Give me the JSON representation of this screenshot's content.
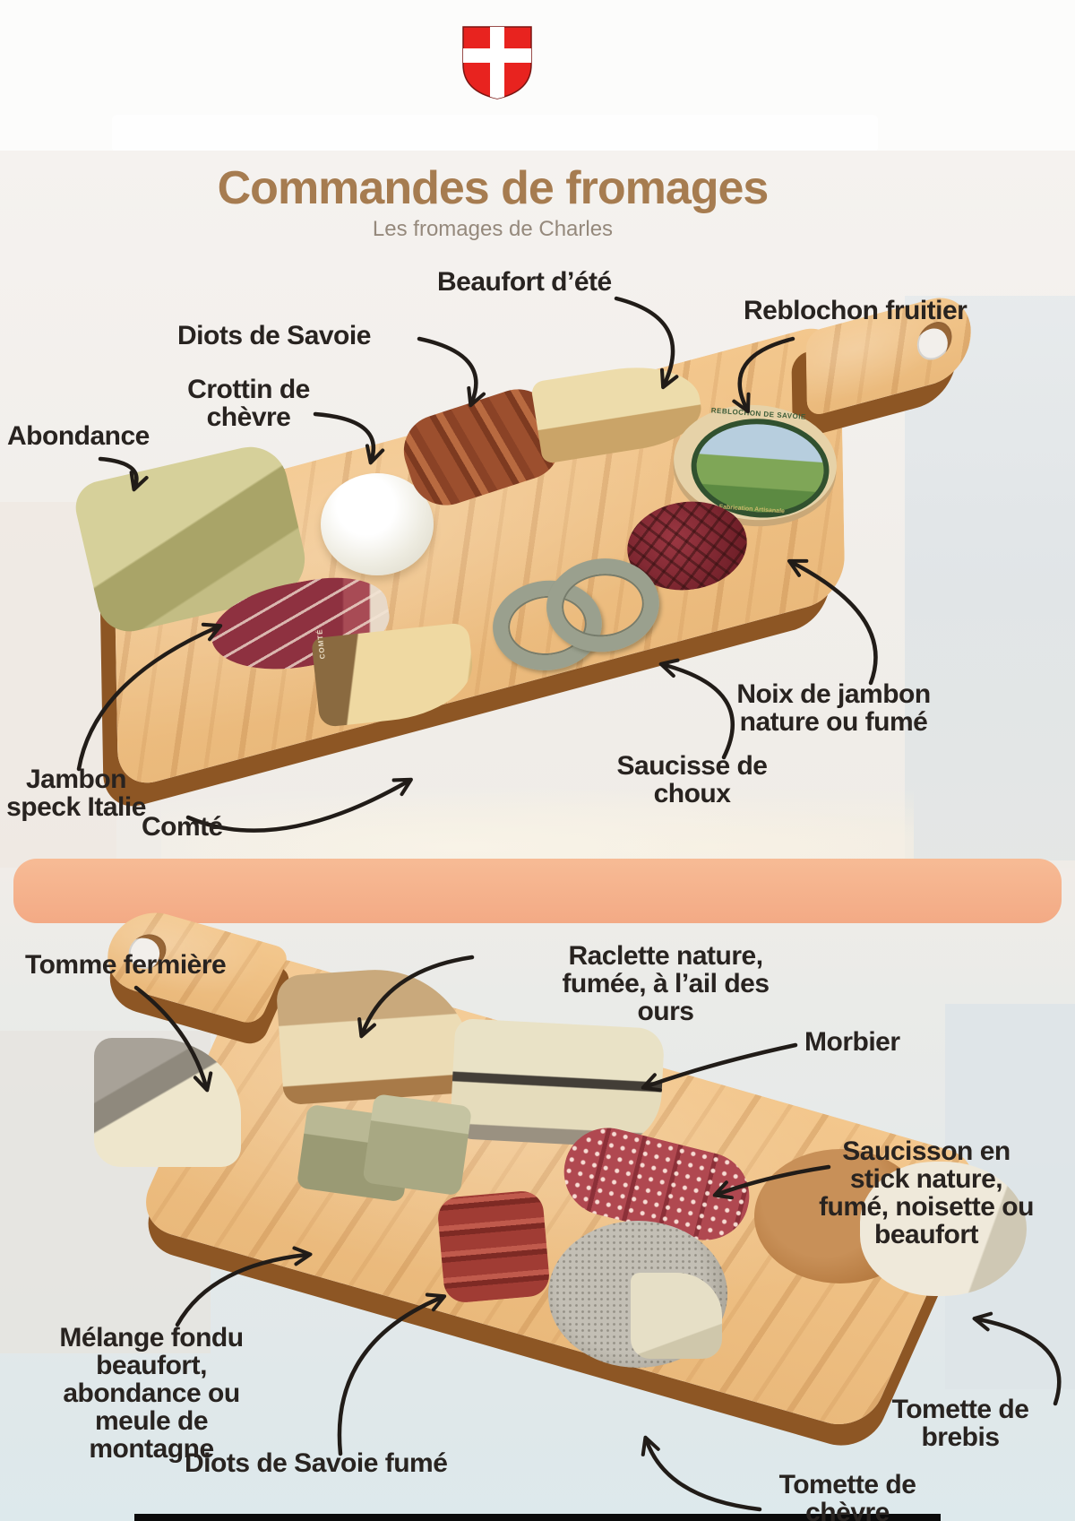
{
  "header": {
    "title": "Commandes de fromages",
    "subtitle": "Les fromages de Charles"
  },
  "colors": {
    "title_brown": "#a67c50",
    "subtitle_gray": "#95897c",
    "label_text": "#282320",
    "board_wood": "#f0c186",
    "board_edge": "#8d5624",
    "banner_peach": "#f6b28c",
    "crest_red": "#e8231f",
    "crest_cross": "#ffffff"
  },
  "board_top": {
    "labels": {
      "beaufort": "Beaufort d’été",
      "reblochon": "Reblochon fruitier",
      "diots": "Diots de Savoie",
      "crottin": "Crottin de\nchèvre",
      "abondance": "Abondance",
      "noix": "Noix de jambon\nnature ou fumé",
      "saucisse": "Saucisse de\nchoux",
      "jambon": "Jambon\nspeck Italie",
      "comte": "Comté"
    },
    "reblochon_label": {
      "top": "REBLOCHON DE SAVOIE",
      "bottom": "Fabrication Artisanale"
    },
    "comte_rind": "COMTÉ"
  },
  "board_bottom": {
    "labels": {
      "tomme": "Tomme fermière",
      "raclette": "Raclette nature,\nfumée, à l’ail des\nours",
      "morbier": "Morbier",
      "saucisson": "Saucisson en\nstick nature,\nfumé, noisette ou\nbeaufort",
      "melange": "Mélange fondu\nbeaufort,\nabondance ou\nmeule de\nmontagne",
      "diots_fume": "Diots de Savoie fumé",
      "brebis": "Tomette de\nbrebis",
      "chevre": "Tomette de\nchèvre"
    }
  }
}
